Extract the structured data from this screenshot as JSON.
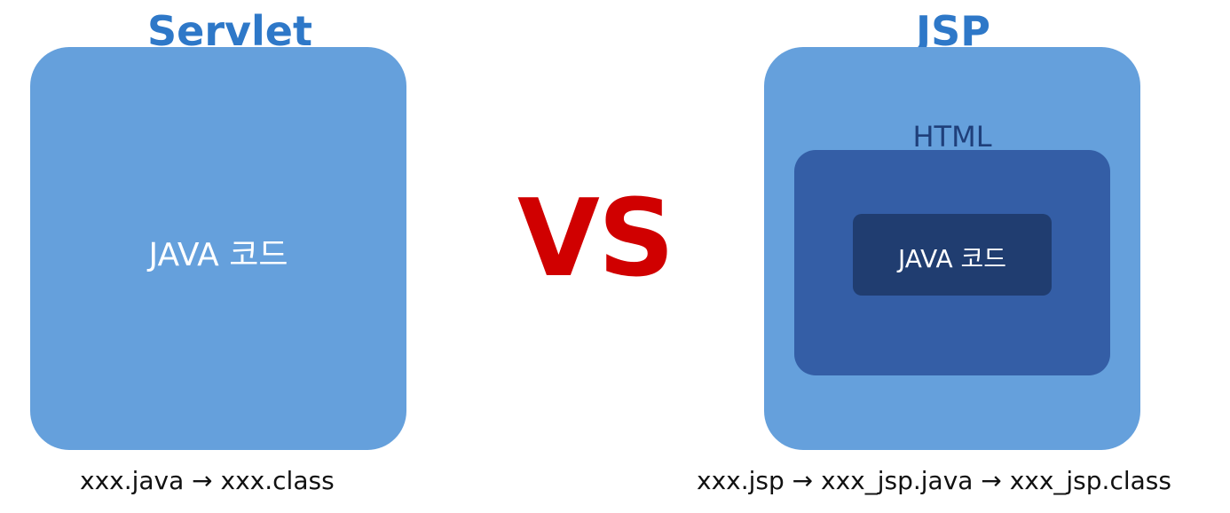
{
  "servlet": {
    "title": "Servlet",
    "code_label": "JAVA 코드",
    "caption": "xxx.java  → xxx.class"
  },
  "vs": {
    "label": "VS"
  },
  "jsp": {
    "title": "JSP",
    "html_label": "HTML",
    "code_label": "JAVA 코드",
    "caption": "xxx.jsp → xxx_jsp.java  → xxx_jsp.class"
  },
  "colors": {
    "title_blue": "#2e78c8",
    "outer_box": "#65a0dc",
    "html_box": "#345ea6",
    "java_box": "#203d70",
    "vs_red": "#d00000"
  }
}
